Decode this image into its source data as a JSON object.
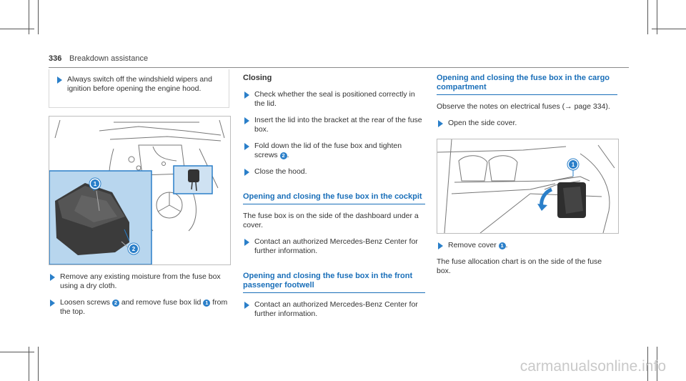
{
  "header": {
    "page_number": "336",
    "section": "Breakdown assistance"
  },
  "col1": {
    "note_step": "Always switch off the windshield wipers and ignition before opening the engine hood.",
    "figure_callouts": [
      "1",
      "2"
    ],
    "steps": [
      {
        "text": "Remove any existing moisture from the fuse box using a dry cloth."
      },
      {
        "before": "Loosen screws ",
        "badge1": "2",
        "middle": " and remove fuse box lid ",
        "badge2": "1",
        "after": " from the top."
      }
    ]
  },
  "col2": {
    "closing_heading": "Closing",
    "closing_steps": [
      {
        "text": "Check whether the seal is positioned correctly in the lid."
      },
      {
        "text": "Insert the lid into the bracket at the rear of the fuse box."
      },
      {
        "before": "Fold down the lid of the fuse box and tighten screws ",
        "badge": "2",
        "after": "."
      },
      {
        "text": "Close the hood."
      }
    ],
    "cockpit_heading": "Opening and closing the fuse box in the cockpit",
    "cockpit_para": "The fuse box is on the side of the dashboard under a cover.",
    "cockpit_step": "Contact an authorized Mercedes-Benz Center for further information.",
    "footwell_heading": "Opening and closing the fuse box in the front passenger footwell",
    "footwell_step": "Contact an authorized Mercedes-Benz Center for further information."
  },
  "col3": {
    "heading": "Opening and closing the fuse box in the cargo compartment",
    "para": "Observe the notes on electrical fuses (→ page 334).",
    "step_open": "Open the side cover.",
    "figure_callout": "1",
    "step_remove": {
      "before": "Remove cover ",
      "badge": "1",
      "after": "."
    },
    "para2": "The fuse allocation chart is on the side of the fuse box."
  },
  "watermark": "carmanualsonline.info",
  "colors": {
    "accent": "#2a7fc9",
    "callout_bg": "#b8d6ee"
  }
}
